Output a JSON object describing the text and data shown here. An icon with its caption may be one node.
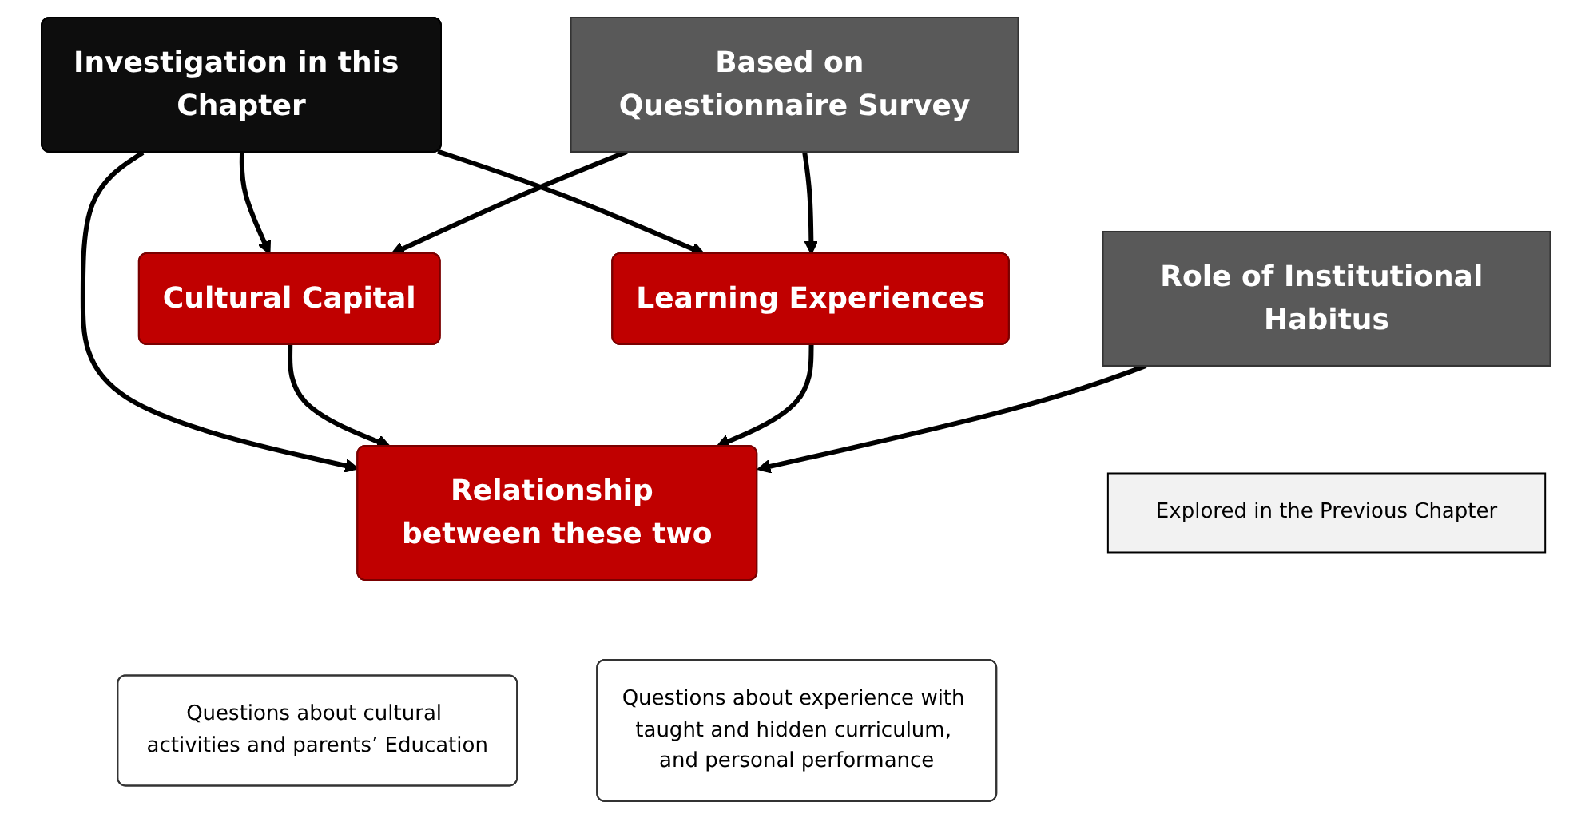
{
  "diagram": {
    "nodes": [
      {
        "text": [
          "Investigation in this Chapter"
        ]
      },
      {
        "text": [
          "Cultural Capital"
        ]
      },
      {
        "text": [
          "Relationship between these two"
        ]
      },
      {
        "text": [
          "Learning Experiences"
        ]
      },
      {
        "text": [
          "Questions about cultural activities and parents’ Education"
        ]
      },
      {
        "text": [
          "Role of Institutional Habitus"
        ]
      },
      {
        "text": [
          "Explored in the Previous Chapter"
        ]
      },
      {
        "text": [
          "Questions about experience with taught and hidden curriculum, and personal performance"
        ]
      },
      {
        "text": [
          "Based on Questionnaire Survey"
        ]
      }
    ],
    "edges": [
      {
        "from": 0,
        "to": 1,
        "arrow": "to"
      },
      {
        "from": 0,
        "to": 2,
        "arrow": "to"
      },
      {
        "from": 0,
        "to": 3,
        "arrow": "to"
      },
      {
        "from": 1,
        "to": 2,
        "arrow": "to"
      },
      {
        "from": 3,
        "to": 2,
        "arrow": "to"
      },
      {
        "from": 5,
        "to": 2,
        "arrow": "to"
      },
      {
        "from": 8,
        "to": 1,
        "arrow": "to"
      },
      {
        "from": 8,
        "to": 3,
        "arrow": "to"
      }
    ]
  }
}
